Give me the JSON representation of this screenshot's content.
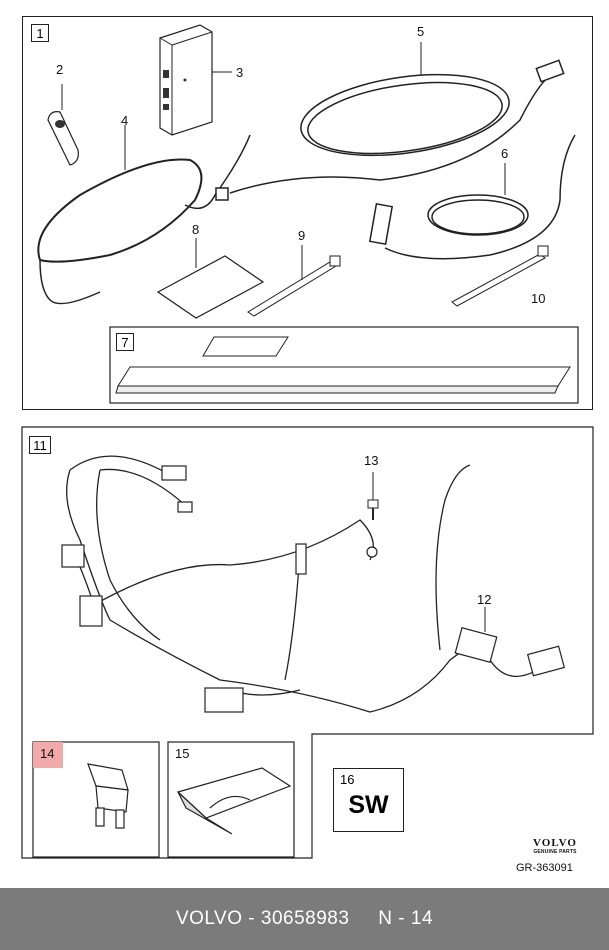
{
  "panels": {
    "kit_label": "1",
    "kit_inner_label": "7",
    "harness_label": "11",
    "fuse_label": "14",
    "trim_label": "15"
  },
  "callouts": [
    "2",
    "3",
    "4",
    "5",
    "6",
    "8",
    "9",
    "10",
    "12",
    "13"
  ],
  "sw_box": {
    "number": "16",
    "text": "SW"
  },
  "brand": {
    "logo": "VOLVO",
    "sub": "GENUINE PARTS",
    "code": "GR-363091"
  },
  "footer": {
    "text": "VOLVO - 30658983     N - 14"
  },
  "colors": {
    "highlight": "#f2a9a9",
    "footer_bg": "#7b7b7b",
    "line": "#222222"
  }
}
